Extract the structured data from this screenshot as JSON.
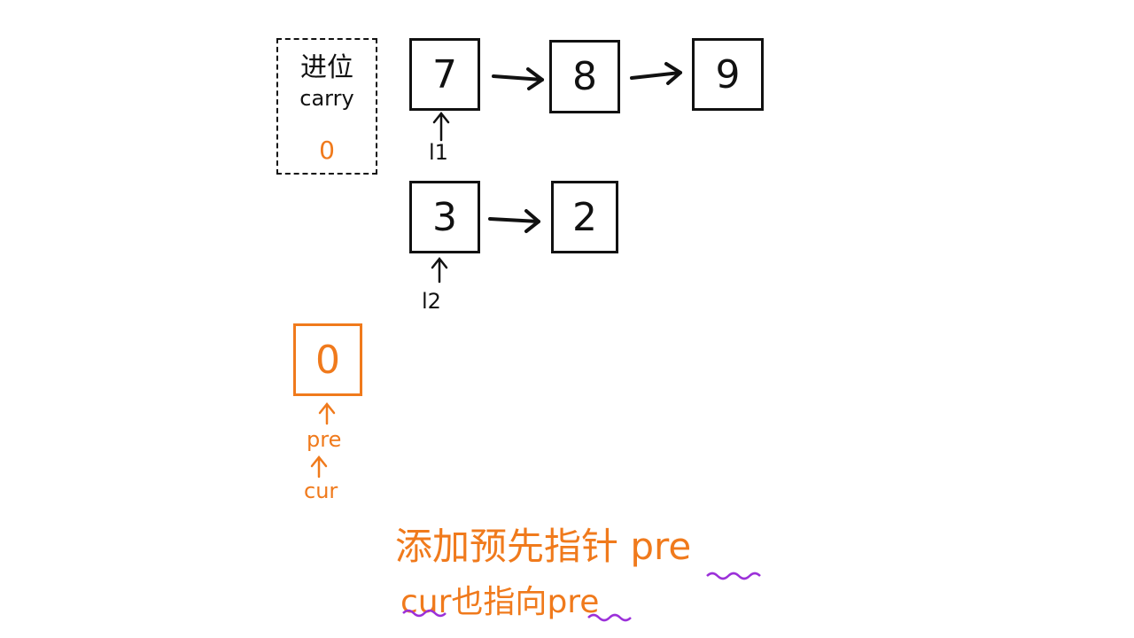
{
  "carry": {
    "label_cn": "进位",
    "label_en": "carry",
    "value": "0"
  },
  "list1": {
    "nodes": [
      "7",
      "8",
      "9"
    ],
    "pointer_label": "l1"
  },
  "list2": {
    "nodes": [
      "3",
      "2"
    ],
    "pointer_label": "l2"
  },
  "dummy": {
    "value": "0",
    "pointer_pre": "pre",
    "pointer_cur": "cur"
  },
  "notes": {
    "line1_text": "添加预先指针 ",
    "line1_emph": "pre",
    "line2_emph_cur": "cur",
    "line2_text": "也指向",
    "line2_emph_pre": "pre"
  },
  "colors": {
    "ink": "#111111",
    "accent": "#f07a1c",
    "underline": "#9b30d9"
  }
}
